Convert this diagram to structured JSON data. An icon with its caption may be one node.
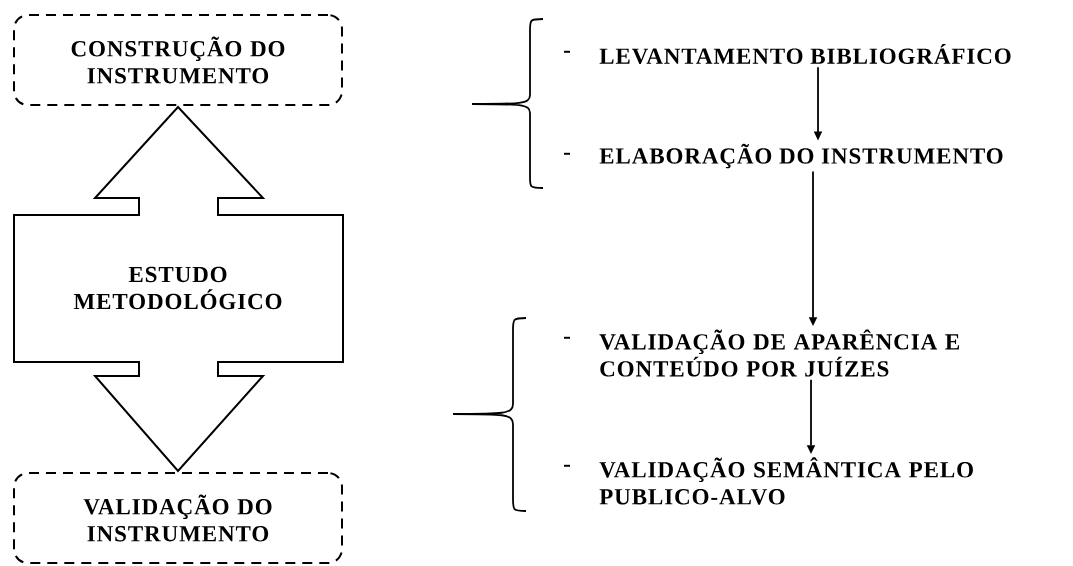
{
  "diagram": {
    "nodes": [
      {
        "text": [
          "CONSTRUÇÃO DO INSTRUMENTO"
        ]
      },
      {
        "text": [
          "VALIDAÇÃO DO INSTRUMENTO"
        ]
      },
      {
        "text": [
          "LEVANTAMENTO BIBLIOGRÁFICO"
        ]
      },
      {
        "text": [
          "ELABORAÇÃO DO INSTRUMENTO"
        ]
      },
      {
        "text": [
          "VALIDAÇÃO DE APARÊNCIA E CONTEÚDO POR JUÍZES"
        ]
      },
      {
        "text": [
          "VALIDAÇÃO SEMÂNTICA PELO PUBLICO-ALVO"
        ]
      }
    ],
    "edges": [
      {
        "from": 0,
        "to": 1,
        "arrow": "both",
        "label": "ESTUDO METODOLÓGICO",
        "style": "thick"
      },
      {
        "from": 2,
        "to": 3,
        "arrow": "to"
      },
      {
        "from": 3,
        "to": 4,
        "arrow": "to"
      },
      {
        "from": 4,
        "to": 5,
        "arrow": "to"
      }
    ],
    "labels": [
      "-",
      "-",
      "-",
      "-"
    ]
  }
}
